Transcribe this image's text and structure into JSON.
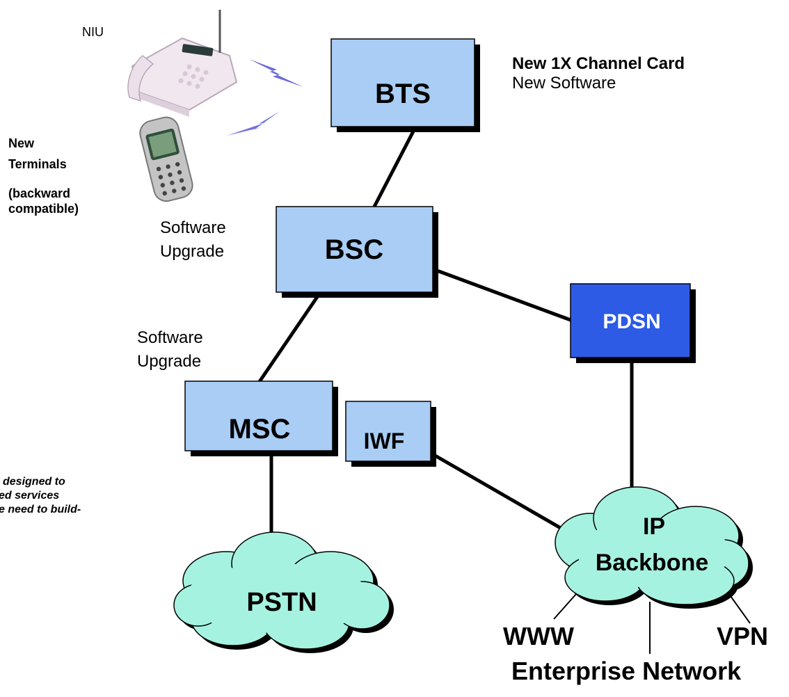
{
  "nodes": {
    "bts": "BTS",
    "bsc": "BSC",
    "msc": "MSC",
    "iwf": "IWF",
    "pdsn": "PDSN",
    "pstn": "PSTN",
    "ip_backbone_line1": "IP",
    "ip_backbone_line2": "Backbone"
  },
  "labels": {
    "niu": "NIU",
    "channel_card": "New 1X Channel Card",
    "new_software": "New Software",
    "new_terminals_1": "New",
    "new_terminals_2": "Terminals",
    "backward_1": "(backward",
    "backward_2": "compatible)",
    "bsc_sw_1": "Software",
    "bsc_sw_2": "Upgrade",
    "msc_sw_1": "Software",
    "msc_sw_2": "Upgrade",
    "note_1": "designed to",
    "note_2": "ed services",
    "note_3": "e need to build-",
    "www": "WWW",
    "vpn": "VPN",
    "enterprise": "Enterprise Network"
  },
  "colors": {
    "box_fill": "#a9cdf5",
    "pdsn_fill": "#2d5be6",
    "cloud_fill": "#a6f2e0",
    "shadow": "#000000"
  }
}
